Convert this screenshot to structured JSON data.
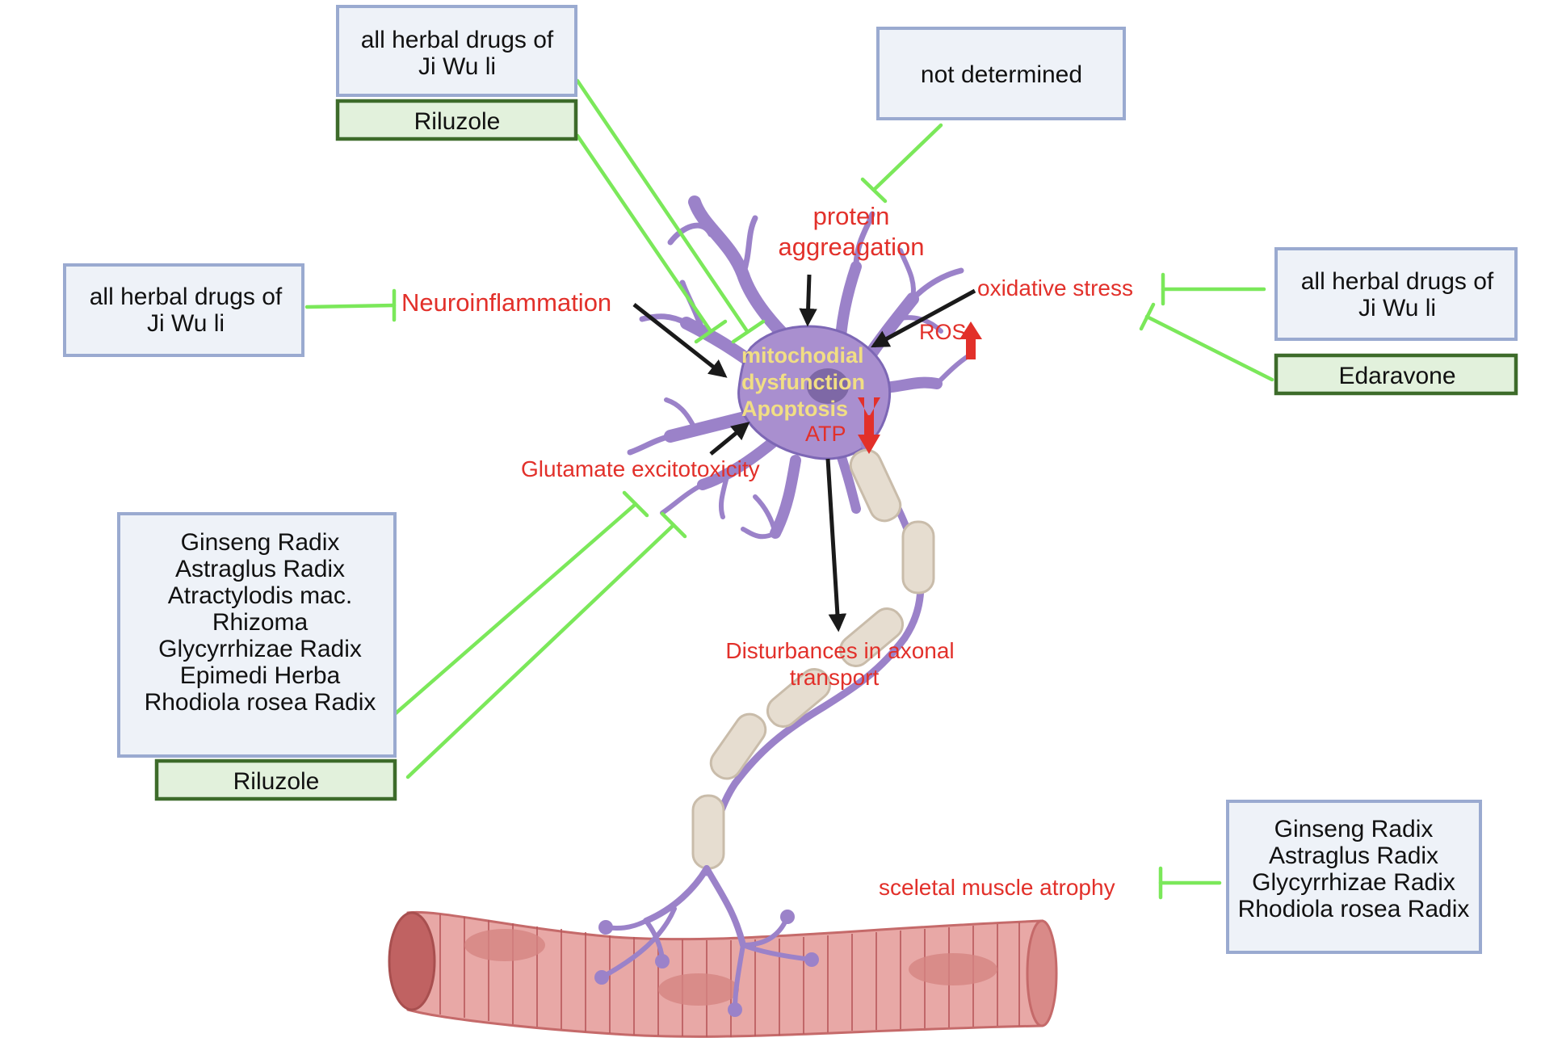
{
  "boxes": {
    "top_center_herbal": [
      "all herbal drugs of",
      "Ji Wu li"
    ],
    "top_center_drug": "Riluzole",
    "top_right_note": "not determined",
    "left_herbal": [
      "all herbal drugs of",
      "Ji Wu li"
    ],
    "right_herbal": [
      "all herbal drugs of",
      "Ji Wu li"
    ],
    "right_drug": "Edaravone",
    "lower_left_herbal": [
      "Ginseng Radix",
      "Astraglus Radix",
      "Atractylodis mac.",
      "Rhizoma",
      "Glycyrrhizae Radix",
      "Epimedi Herba",
      "Rhodiola rosea Radix"
    ],
    "lower_left_drug": "Riluzole",
    "bottom_right_herbal": [
      "Ginseng Radix",
      "Astraglus Radix",
      "Glycyrrhizae Radix",
      "Rhodiola rosea Radix"
    ]
  },
  "labels": {
    "protein_aggregation": [
      "protein",
      "aggreagation"
    ],
    "neuroinflammation": "Neuroinflammation",
    "oxidative_stress": "oxidative stress",
    "ros": "ROS",
    "atp": "ATP",
    "glutamate": "Glutamate excitotoxicity",
    "axonal_transport": [
      "Disturbances in axonal",
      "transport"
    ],
    "muscle_atrophy": "sceletal muscle atrophy"
  },
  "soma_text": [
    "mitochodial",
    "dysfunction",
    "Apoptosis"
  ],
  "colors": {
    "inhibition_line": "#7be85a",
    "effect_label": "#e2302a",
    "neuron": "#a98fcf",
    "soma_text": "#f1de84",
    "herbal_box_fill": "#eef2f8",
    "drug_box_fill": "#e2f1dc"
  }
}
